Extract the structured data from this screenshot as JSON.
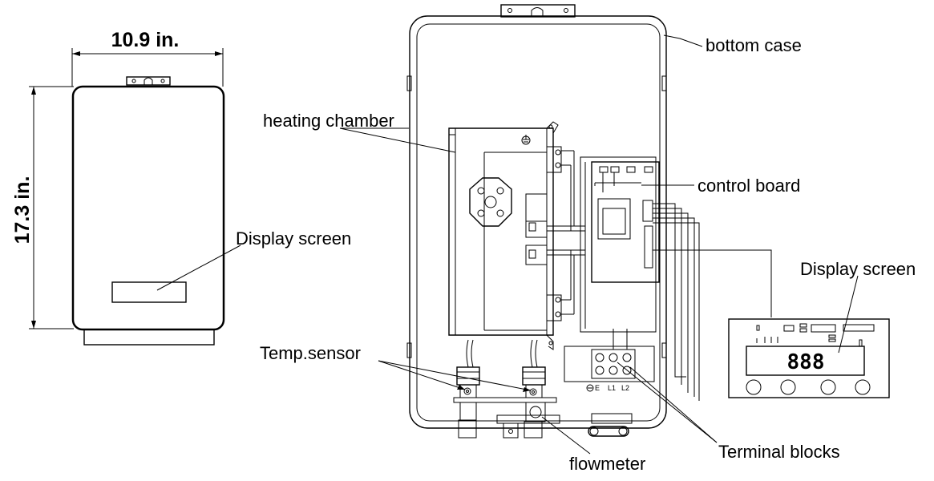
{
  "dimensions": {
    "width": "10.9 in.",
    "height": "17.3 in."
  },
  "labels": {
    "bottom_case": "bottom case",
    "heating_chamber": "heating chamber",
    "control_board": "control board",
    "display_screen_front": "Display screen",
    "display_screen_panel": "Display screen",
    "temp_sensor": "Temp.sensor",
    "flowmeter": "flowmeter",
    "terminal_blocks": "Terminal blocks"
  },
  "terminals": {
    "ground": "E",
    "l1": "L1",
    "l2": "L2"
  },
  "display_readout": "888"
}
